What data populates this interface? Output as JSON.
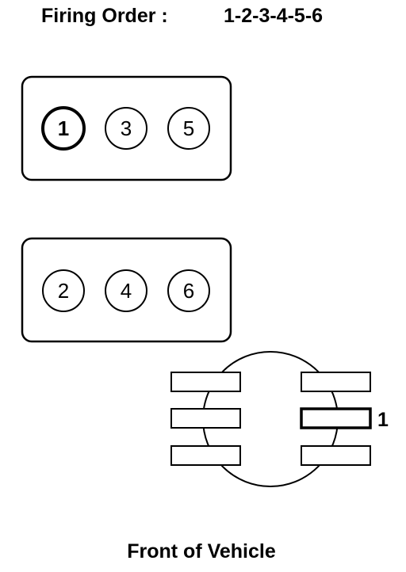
{
  "title": {
    "label": "Firing Order :",
    "sequence": "1-2-3-4-5-6"
  },
  "banks": [
    {
      "cylinders": [
        {
          "label": "1",
          "highlighted": true
        },
        {
          "label": "3",
          "highlighted": false
        },
        {
          "label": "5",
          "highlighted": false
        }
      ]
    },
    {
      "cylinders": [
        {
          "label": "2",
          "highlighted": false
        },
        {
          "label": "4",
          "highlighted": false
        },
        {
          "label": "6",
          "highlighted": false
        }
      ]
    }
  ],
  "distributor": {
    "terminal_label": "1"
  },
  "footer": {
    "label": "Front of Vehicle"
  }
}
